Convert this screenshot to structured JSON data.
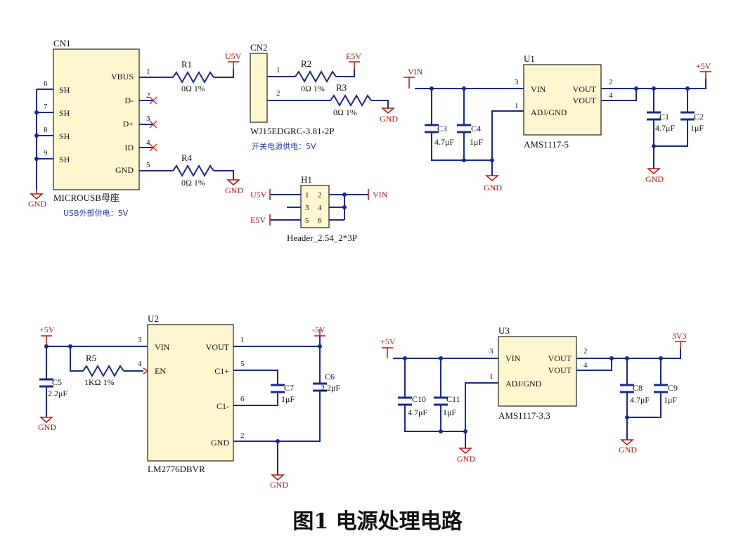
{
  "figure_caption": "图1   电源处理电路",
  "cn1": {
    "ref": "CN1",
    "name": "MICROUSB母座",
    "note": "USB外部供电：5V",
    "pins_right": [
      "VBUS",
      "D-",
      "D+",
      "ID",
      "GND"
    ],
    "pins_right_num": [
      "1",
      "2",
      "3",
      "4",
      "5"
    ],
    "pins_left": [
      "SH",
      "SH",
      "SH",
      "SH"
    ],
    "pins_left_num": [
      "6",
      "7",
      "8",
      "9"
    ]
  },
  "r1": {
    "ref": "R1",
    "val": "0Ω 1%"
  },
  "r2": {
    "ref": "R2",
    "val": "0Ω 1%"
  },
  "r3": {
    "ref": "R3",
    "val": "0Ω 1%"
  },
  "r4": {
    "ref": "R4",
    "val": "0Ω 1%"
  },
  "r5": {
    "ref": "R5",
    "val": "1KΩ 1%"
  },
  "cn2": {
    "ref": "CN2",
    "name": "WJ15EDGRC-3.81-2P",
    "note": "开关电源供电：5V",
    "pin1": "1",
    "pin2": "2"
  },
  "h1": {
    "ref": "H1",
    "name": "Header_2.54_2*3P",
    "pins": [
      "1",
      "2",
      "3",
      "4",
      "5",
      "6"
    ]
  },
  "u1": {
    "ref": "U1",
    "name": "AMS1117-5",
    "p_vin": "VIN",
    "p_adj": "ADJ/GND",
    "p_vout": "VOUT",
    "n3": "3",
    "n1": "1",
    "n2": "2",
    "n4": "4"
  },
  "u2": {
    "ref": "U2",
    "name": "LM2776DBVR",
    "p_vin": "VIN",
    "p_en": "EN",
    "p_vout": "VOUT",
    "p_c1p": "C1+",
    "p_c1m": "C1-",
    "p_gnd": "GND",
    "n3": "3",
    "n4": "4",
    "n1": "1",
    "n5": "5",
    "n6": "6",
    "n2": "2"
  },
  "u3": {
    "ref": "U3",
    "name": "AMS1117-3.3",
    "p_vin": "VIN",
    "p_adj": "ADJ/GND",
    "p_vout": "VOUT",
    "n3": "3",
    "n1": "1",
    "n2": "2",
    "n4": "4"
  },
  "caps": {
    "c1": {
      "ref": "C1",
      "val": "4.7μF"
    },
    "c2": {
      "ref": "C2",
      "val": "1μF"
    },
    "c3": {
      "ref": "C3",
      "val": "4.7μF"
    },
    "c4": {
      "ref": "C4",
      "val": "1μF"
    },
    "c5": {
      "ref": "C5",
      "val": "2.2μF"
    },
    "c6": {
      "ref": "C6",
      "val": "2.2μF"
    },
    "c7": {
      "ref": "C7",
      "val": "1μF"
    },
    "c8": {
      "ref": "C8",
      "val": "4.7μF"
    },
    "c9": {
      "ref": "C9",
      "val": "1μF"
    },
    "c10": {
      "ref": "C10",
      "val": "4.7μF"
    },
    "c11": {
      "ref": "C11",
      "val": "1μF"
    }
  },
  "nets": {
    "u5v": "U5V",
    "e5v": "E5V",
    "vin": "VIN",
    "p5v": "+5V",
    "m5v": "-5V",
    "v33": "3V3",
    "gnd": "GND"
  }
}
